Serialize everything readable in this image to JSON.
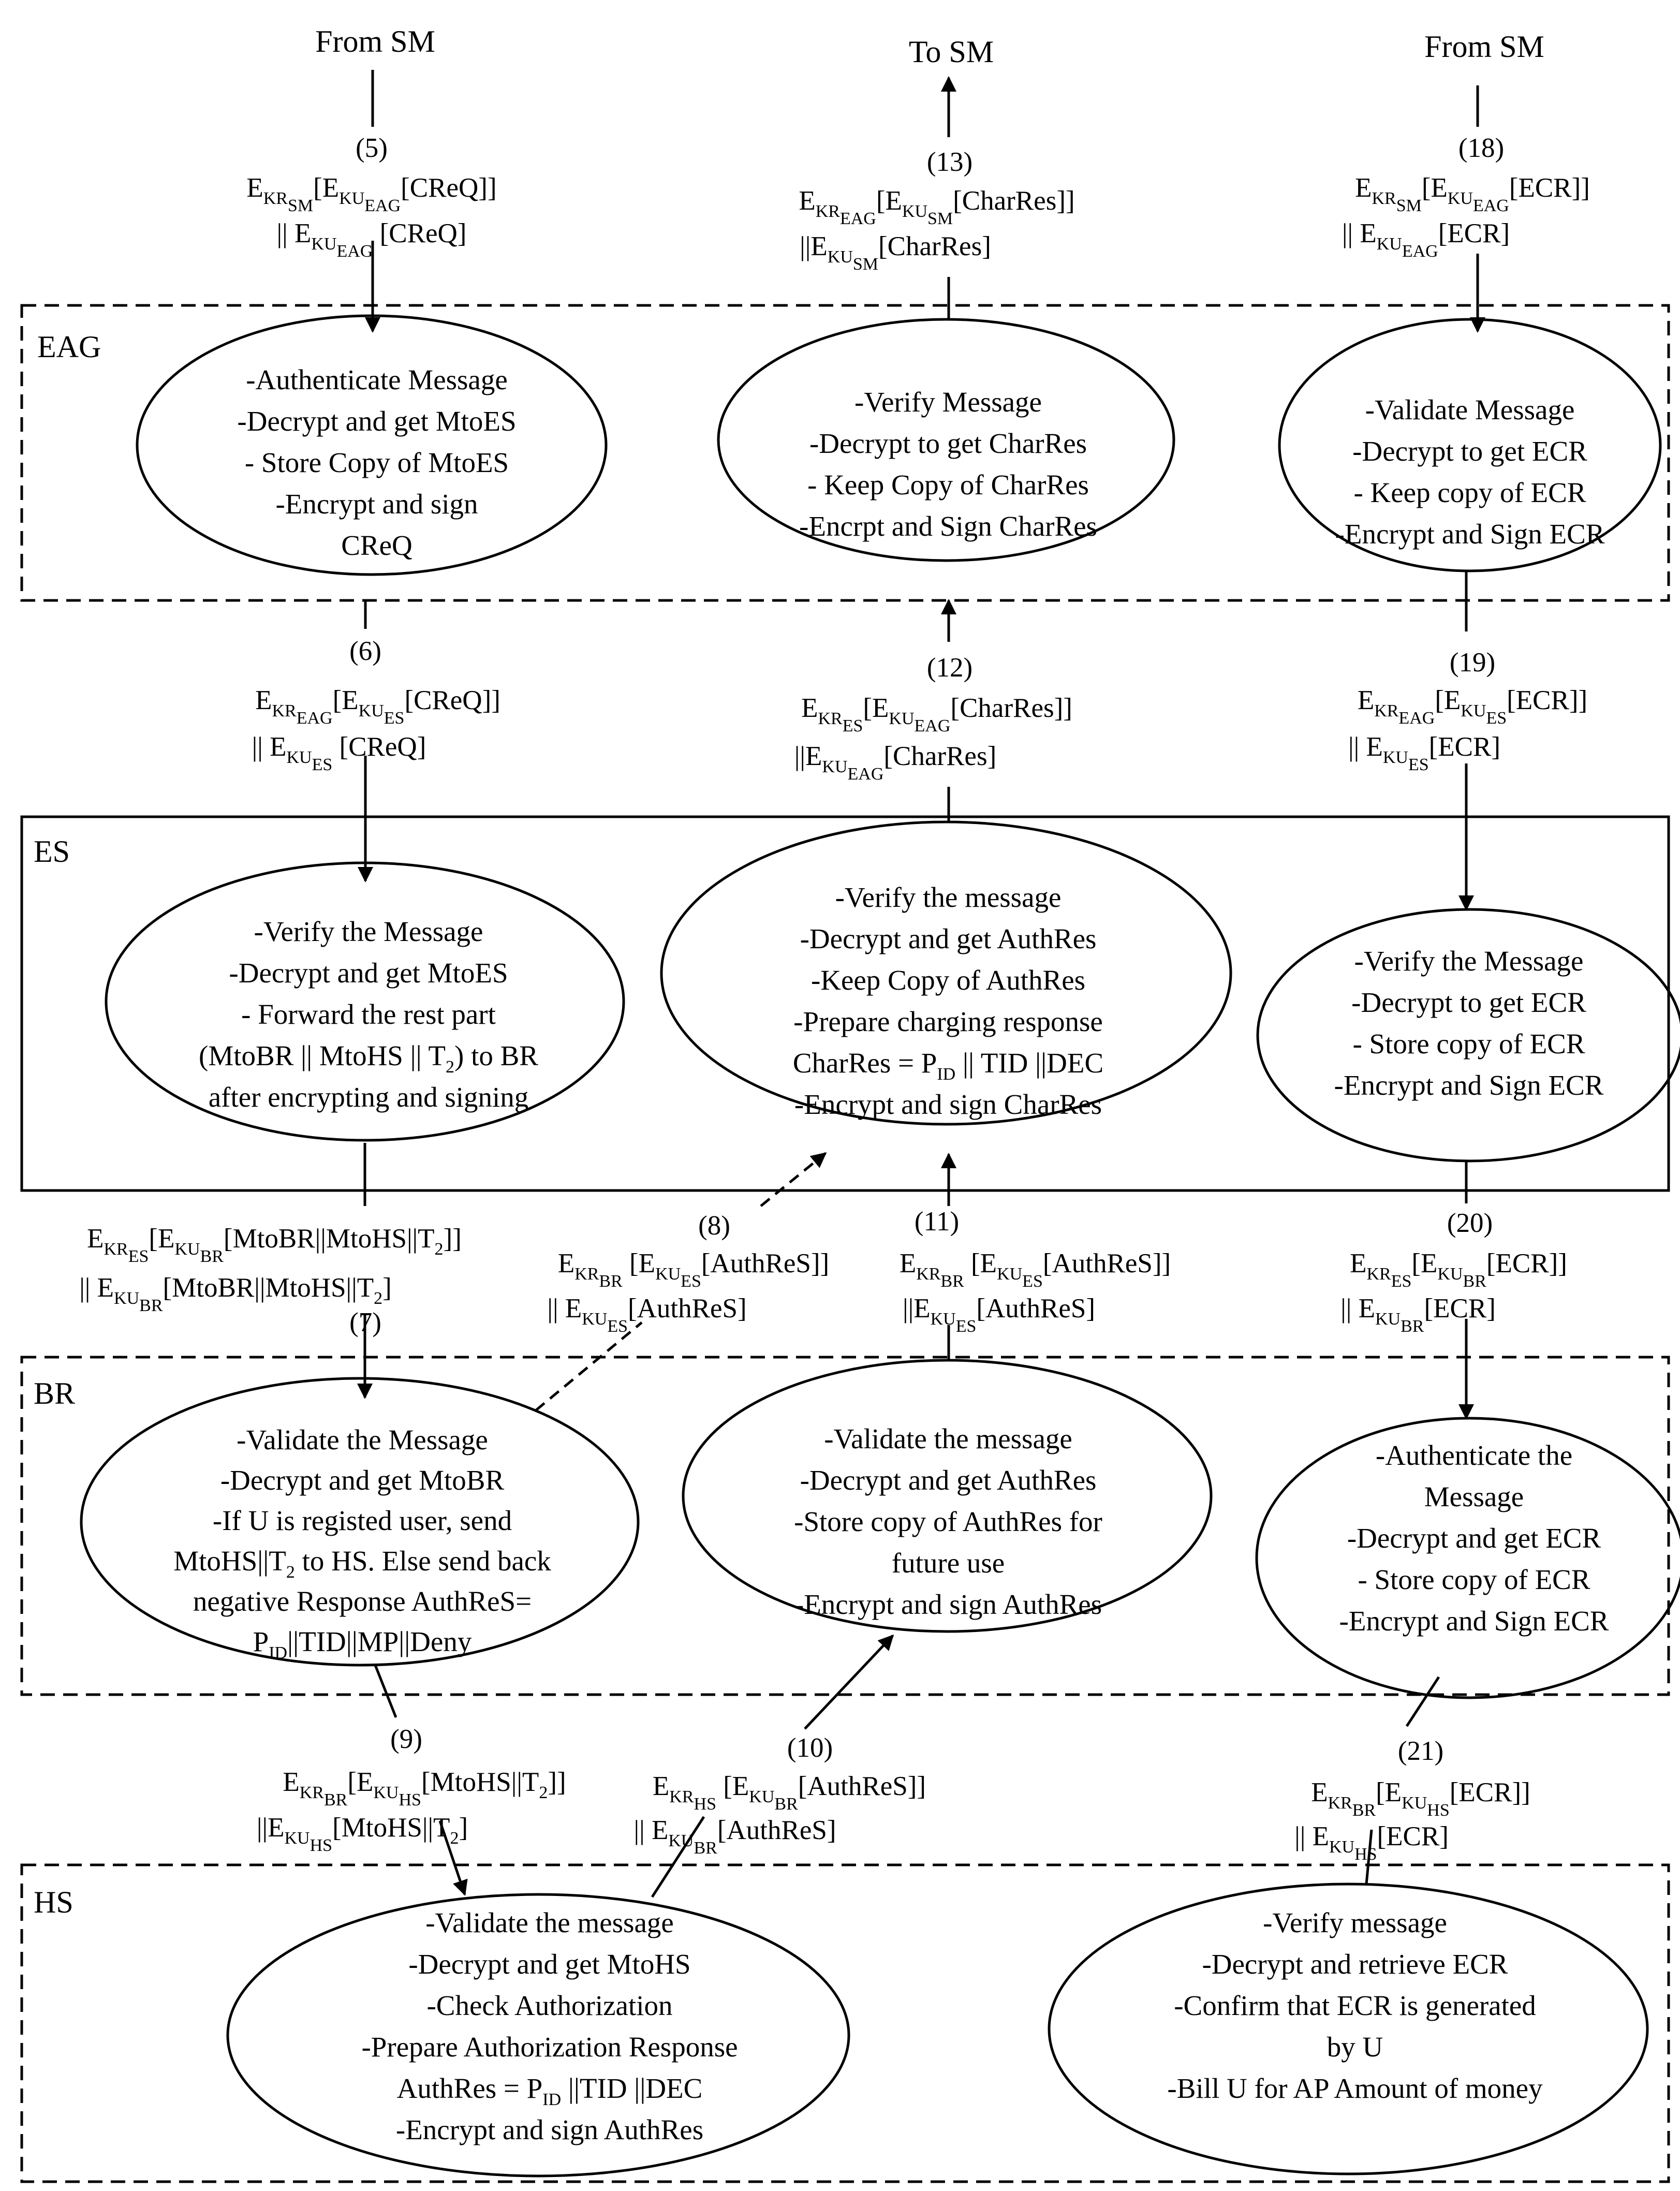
{
  "zones": {
    "eag": "EAG",
    "es": "ES",
    "br": "BR",
    "hs": "HS"
  },
  "top": {
    "from_sm_left": "From SM",
    "to_sm": "To SM",
    "from_sm_right": "From SM"
  },
  "steps": {
    "s5": "(5)",
    "s6": "(6)",
    "s7": "(7)",
    "s8": "(8)",
    "s9": "(9)",
    "s10": "(10)",
    "s11": "(11)",
    "s12": "(12)",
    "s13": "(13)",
    "s18": "(18)",
    "s19": "(19)",
    "s20": "(20)",
    "s21": "(21)"
  },
  "messages": {
    "m5": [
      "E_{KR_{SM}}[E_{KU_{EAG}}[CReQ]]",
      "|| E_{KU_{EAG}} [CReQ]"
    ],
    "m6": [
      "E_{KR_{EAG}}[E_{KU_{ES}}[CReQ]]",
      "|| E_{KU_{ES}} [CReQ]"
    ],
    "m7": [
      "E_{KR_{ES}}[E_{KU_{BR}}[MtoBR||MtoHS||T_2]]",
      "|| E_{KU_{BR}}[MtoBR||MtoHS||T_2]"
    ],
    "m8": [
      "E_{KR_{BR}} [E_{KU_{ES}}[AuthReS]]",
      "|| E_{KU_{ES}}[AuthReS]"
    ],
    "m9": [
      "E_{KR_{BR}}[E_{KU_{HS}}[MtoHS||T_2]]",
      "||E_{KU_{HS}}[MtoHS||T_2]"
    ],
    "m10": [
      "E_{KR_{HS}} [E_{KU_{BR}}[AuthReS]]",
      "|| E_{KU_{BR}}[AuthReS]"
    ],
    "m11": [
      "E_{KR_{BR}} [E_{KU_{ES}}[AuthReS]]",
      "||E_{KU_{ES}}[AuthReS]"
    ],
    "m12": [
      "E_{KR_{ES}}[E_{KU_{EAG}}[CharRes]]",
      "||E_{KU_{EAG}}[CharRes]"
    ],
    "m13": [
      "E_{KR_{EAG}}[E_{KU_{SM}}[CharRes]]",
      "||E_{KU_{SM}}[CharRes]"
    ],
    "m18": [
      "E_{KR_{SM}}[E_{KU_{EAG}}[ECR]]",
      "|| E_{KU_{EAG}}[ECR]"
    ],
    "m19": [
      "E_{KR_{EAG}}[E_{KU_{ES}}[ECR]]",
      "|| E_{KU_{ES}}[ECR]"
    ],
    "m20": [
      "E_{KR_{ES}}[E_{KU_{BR}}[ECR]]",
      "|| E_{KU_{BR}}[ECR]"
    ],
    "m21": [
      "E_{KR_{BR}}[E_{KU_{HS}}[ECR]]",
      "|| E_{KU_{HS}}[ECR]"
    ]
  },
  "nodes": {
    "eag_left": [
      "-Authenticate Message",
      "-Decrypt and get MtoES",
      "- Store Copy of MtoES",
      "-Encrypt and sign",
      "CReQ"
    ],
    "eag_mid": [
      "-Verify Message",
      "-Decrypt to get CharRes",
      "- Keep Copy of CharRes",
      "-Encrpt and Sign CharRes"
    ],
    "eag_right": [
      "-Validate Message",
      "-Decrypt to get ECR",
      "- Keep copy of ECR",
      "-Encrypt and Sign ECR"
    ],
    "es_left": [
      "-Verify the Message",
      "-Decrypt and get MtoES",
      "- Forward the rest part",
      "(MtoBR || MtoHS || T_2) to BR",
      "after encrypting and signing"
    ],
    "es_mid": [
      "-Verify the message",
      "-Decrypt and get AuthRes",
      "-Keep Copy of AuthRes",
      "-Prepare charging response",
      "CharRes = P_{ID} || TID ||DEC",
      "-Encrypt and sign CharRes"
    ],
    "es_right": [
      "-Verify the Message",
      "-Decrypt to get ECR",
      "- Store copy of ECR",
      "-Encrypt and Sign ECR"
    ],
    "br_left": [
      "-Validate the Message",
      "-Decrypt and get MtoBR",
      "-If U is registed user, send",
      "MtoHS||T_2 to HS. Else   send back",
      "negative Response AuthReS=",
      "P_{ID}||TID||MP||Deny"
    ],
    "br_mid": [
      "-Validate the message",
      "-Decrypt and get AuthRes",
      "-Store copy of AuthRes for",
      "future use",
      "-Encrypt and sign AuthRes"
    ],
    "br_right": [
      "-Authenticate the",
      "Message",
      "-Decrypt and get ECR",
      "- Store copy of ECR",
      "-Encrypt and Sign ECR"
    ],
    "hs_left": [
      "-Validate the message",
      "-Decrypt and get MtoHS",
      "-Check Authorization",
      "-Prepare Authorization Response",
      "AuthRes = P_{ID} ||TID ||DEC",
      "-Encrypt and sign AuthRes"
    ],
    "hs_right": [
      "-Verify message",
      "-Decrypt and retrieve ECR",
      "-Confirm that ECR is generated",
      "by U",
      "-Bill U for AP Amount of money"
    ]
  }
}
